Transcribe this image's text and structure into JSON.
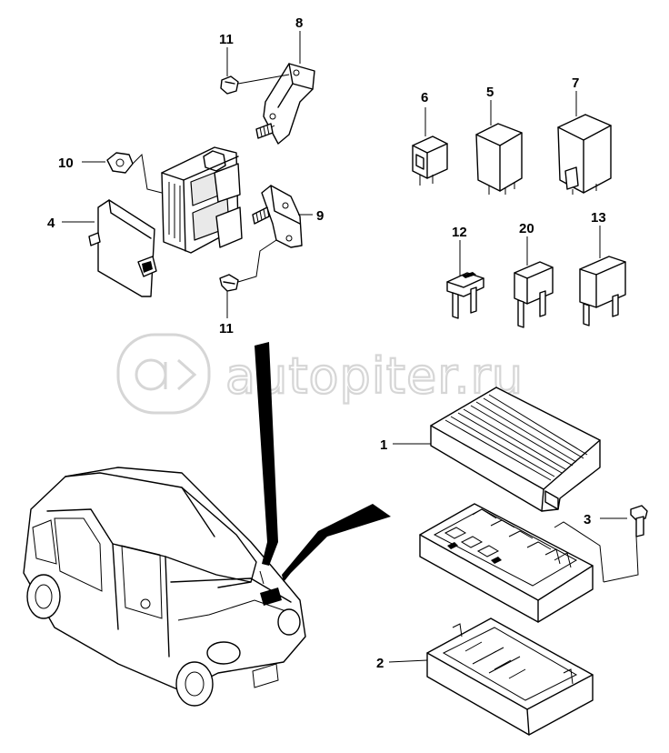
{
  "watermark": {
    "text": "autopiter.ru",
    "logo_icon": "autopiter-logo-icon"
  },
  "callouts": {
    "c1": "1",
    "c2": "2",
    "c3": "3",
    "c4": "4",
    "c5": "5",
    "c6": "6",
    "c7": "7",
    "c8": "8",
    "c9": "9",
    "c10": "10",
    "c11a": "11",
    "c11b": "11",
    "c12": "12",
    "c13": "13",
    "c20": "20"
  },
  "colors": {
    "line": "#000000",
    "background": "#ffffff",
    "watermark": "#d6d6d6"
  }
}
